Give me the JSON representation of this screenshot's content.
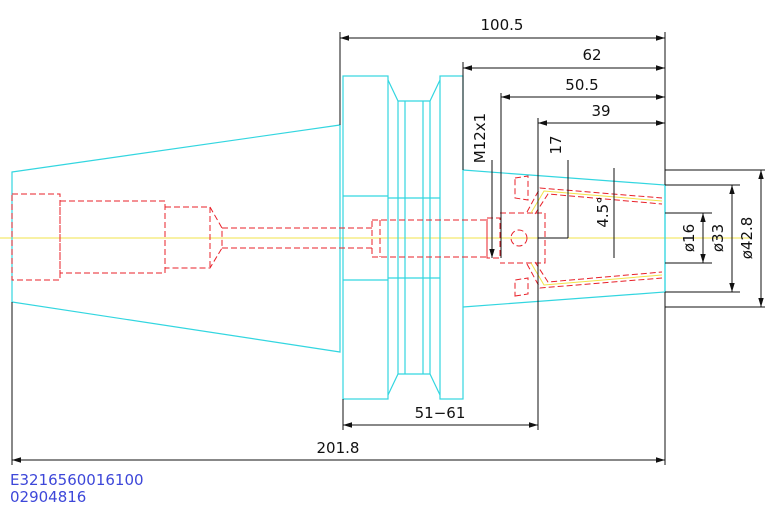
{
  "dimensions": {
    "overall_length": "201.8",
    "len_100_5": "100.5",
    "len_62": "62",
    "len_50_5": "50.5",
    "len_39": "39",
    "len_17": "17",
    "thread": "M12x1",
    "angle": "4.5°",
    "range": "51−61",
    "dia_16": "ø16",
    "dia_33": "ø33",
    "dia_42_8": "ø42.8"
  },
  "codes": {
    "line1": "E3216560016100",
    "line2": "02904816"
  },
  "colors": {
    "outline": "#33d6e0",
    "hidden": "#e8212a",
    "centerline": "#f2e34a",
    "dimension": "#111111",
    "code_text": "#3d47d9"
  }
}
